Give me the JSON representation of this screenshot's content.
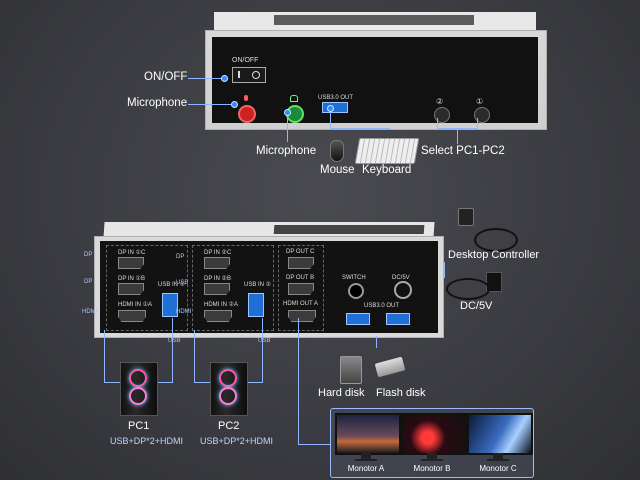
{
  "top_device": {
    "onoff_label": "ON/OFF",
    "mic_label": "Microphone",
    "mic_out_label": "Microphone",
    "usb_out_label": "USB3.0 OUT",
    "mouse_label": "Mouse",
    "keyboard_label": "Keyboard",
    "select_label": "Select PC1-PC2",
    "btn1": "①",
    "btn2": "②",
    "onoff_device": "ON/OFF"
  },
  "bottom_device": {
    "dpin_c1": "DP IN ①C",
    "dpin_b1": "DP IN ①B",
    "hdmi_in_a1": "HDMI IN ①A",
    "usb_in1": "USB IN ①",
    "dpin_c2": "DP IN ②C",
    "dpin_b2": "DP IN ②B",
    "hdmi_in_a2": "HDMI IN ②A",
    "usb_in2": "USB IN ②",
    "dp_out_c": "DP OUT C",
    "dp_out_b": "DP OUT B",
    "hdmi_out_a": "HDMI OUT A",
    "switch_label": "SWITCH",
    "dc_label": "DC/5V",
    "usb3_out": "USB3.0 OUT",
    "side_dp1": "DP",
    "side_dp2": "DP",
    "side_hdmi": "HDMI",
    "side_dp3": "DP",
    "side_usb": "USB",
    "side_hdmi2": "HDMI",
    "usb_cable1": "USB",
    "usb_cable2": "USB"
  },
  "peripherals": {
    "desktop_controller": "Desktop Controller",
    "dc5v": "DC/5V",
    "hard_disk": "Hard disk",
    "flash_disk": "Flash disk"
  },
  "pcs": [
    {
      "name": "PC1",
      "spec": "USB+DP*2+HDMI"
    },
    {
      "name": "PC2",
      "spec": "USB+DP*2+HDMI"
    }
  ],
  "monitors": [
    {
      "name": "Monotor A"
    },
    {
      "name": "Monotor B"
    },
    {
      "name": "Monotor C"
    }
  ],
  "colors": {
    "accent": "#2d8cff",
    "line": "#8fb5ff",
    "usb_blue": "#1f6fd6"
  }
}
